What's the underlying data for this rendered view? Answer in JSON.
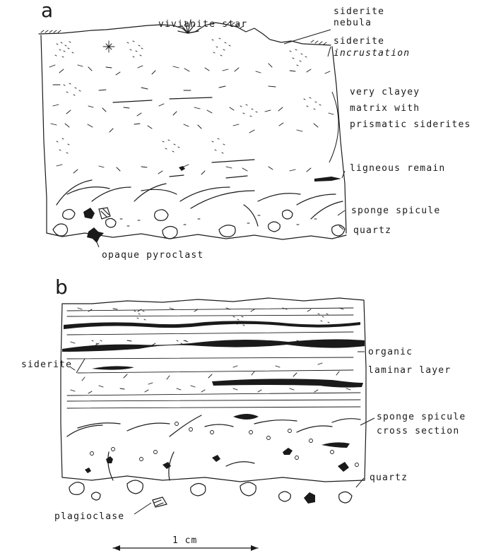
{
  "panel_a": {
    "letter": "a",
    "labels": {
      "vivianite_star": "vivianite star",
      "siderite_nebula_1": "siderite",
      "siderite_nebula_2": "nebula",
      "siderite_incrustation_1": "siderite",
      "siderite_incrustation_2": "incrustation",
      "clayey_1": "very clayey",
      "clayey_2": "matrix with",
      "clayey_3": "prismatic siderites",
      "ligneous": "ligneous remain",
      "sponge": "sponge spicule",
      "quartz": "quartz",
      "pyroclast": "opaque pyroclast"
    }
  },
  "panel_b": {
    "letter": "b",
    "labels": {
      "siderite": "siderite",
      "organic_1": "organic",
      "organic_2": "laminar layer",
      "sponge_1": "sponge spicule",
      "sponge_2": "cross section",
      "quartz": "quartz",
      "plagioclase": "plagioclase"
    }
  },
  "scale_bar": {
    "label": "1 cm"
  }
}
